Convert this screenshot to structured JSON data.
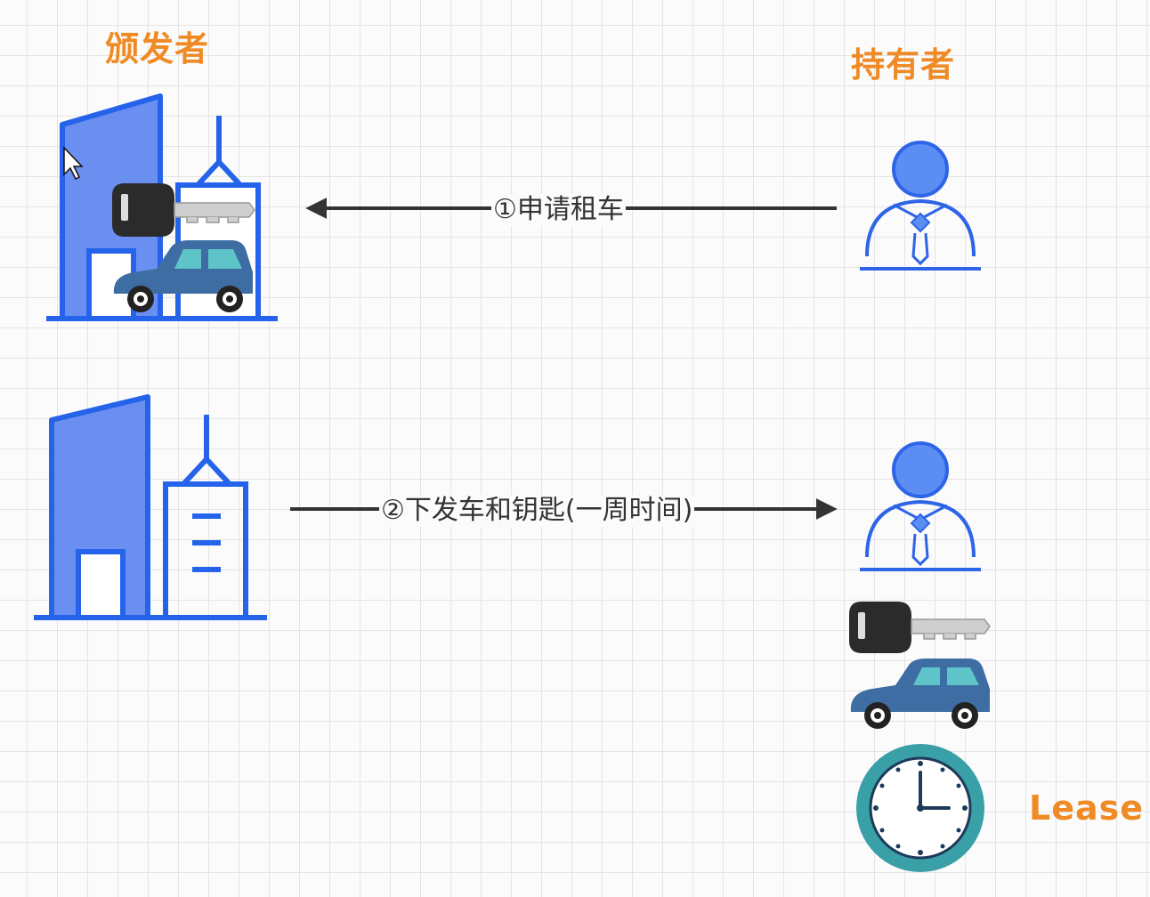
{
  "issuer": {
    "title": "颁发者"
  },
  "holder": {
    "title": "持有者"
  },
  "arrows": {
    "request": "①申请租车",
    "issue": "②下发车和钥匙(一周时间)"
  },
  "lease": {
    "label": "Lease"
  },
  "colors": {
    "accent": "#f08a24",
    "building": "#2563eb",
    "building_fill": "#6b8ff0",
    "person": "#2e64e8",
    "person_head": "#5b8df2",
    "car": "#3d6da3",
    "car_window": "#5ec4c8",
    "clock_ring": "#3aa0a8",
    "key": "#2b2b2b"
  }
}
